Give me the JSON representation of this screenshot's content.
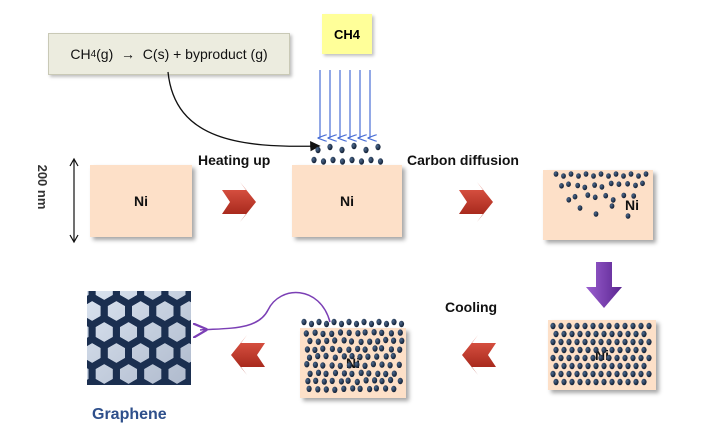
{
  "equation": {
    "lhs": "CH",
    "sub": "4",
    "rhs": "(g)  →  C(s) + byproduct (g)"
  },
  "gas_label": "CH4",
  "thickness_label": "200 nm",
  "metal_label": "Ni",
  "steps": {
    "heating": "Heating up",
    "diffusion": "Carbon diffusion",
    "cooling": "Cooling"
  },
  "product_label": "Graphene",
  "colors": {
    "nickel": "#fde0c8",
    "carbon_atom": "#1a2a40",
    "arrow_red": "#c0392b",
    "arrow_purple": "#7b3fb5",
    "gas_arrows": "#4a6fd6",
    "graphene_text": "#2e4f8b"
  }
}
